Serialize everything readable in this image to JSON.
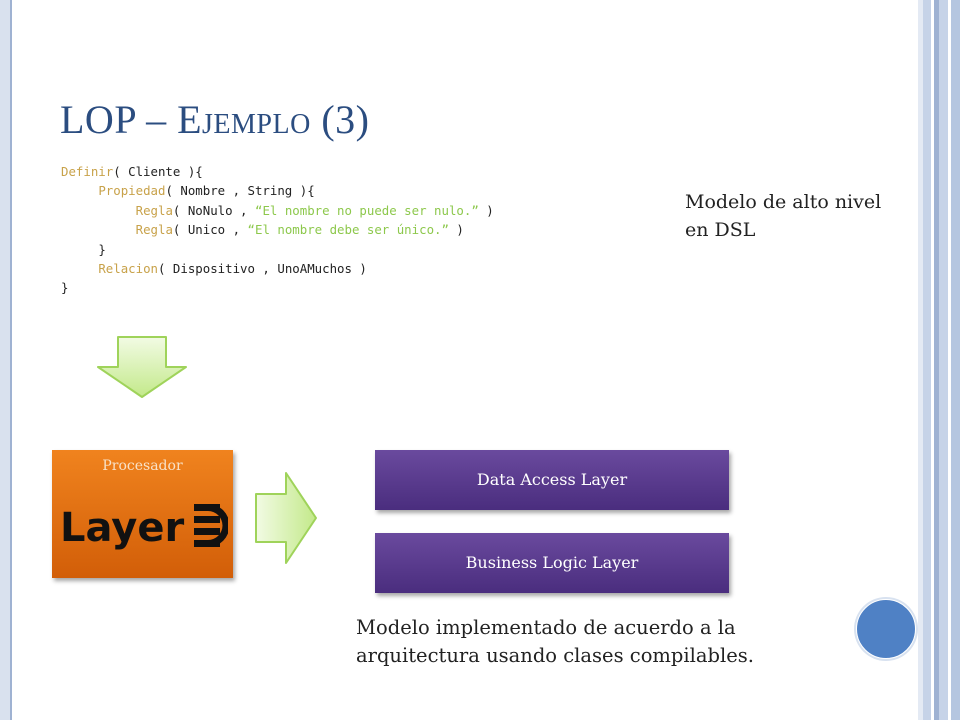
{
  "slide": {
    "title_main": "LOP – E",
    "title_smallcaps": "JEMPLO",
    "title_suffix": " (3)",
    "note_dsl": "Modelo de alto nivel en DSL",
    "note_impl": "Modelo implementado de acuerdo a la arquitectura usando clases compilables."
  },
  "code": {
    "l1_kw": "Definir",
    "l1_rest": "( Cliente ){",
    "l2_kw": "Propiedad",
    "l2_rest": "( Nombre , String ){",
    "l3_kw": "Regla",
    "l3_mid": "( NoNulo , ",
    "l3_str": "“El nombre no puede ser nulo.”",
    "l3_end": " )",
    "l4_kw": "Regla",
    "l4_mid": "( Unico , ",
    "l4_str": "“El nombre debe ser único.”",
    "l4_end": " )",
    "l5": "}",
    "l6_kw": "Relacion",
    "l6_rest": "( Dispositivo , UnoAMuchos )",
    "l7": "}"
  },
  "diagram": {
    "processor_label": "Procesador",
    "logo_text": "Layer",
    "data_access_layer": "Data Access Layer",
    "business_logic_layer": "Business Logic Layer"
  },
  "colors": {
    "title": "#2b4d80",
    "keyword": "#c8a24a",
    "string": "#8dc84c",
    "processor": "#e8731a",
    "layer_box": "#5a3b8e",
    "arrow": "#d6f2a6",
    "circle": "#4f81c5"
  }
}
